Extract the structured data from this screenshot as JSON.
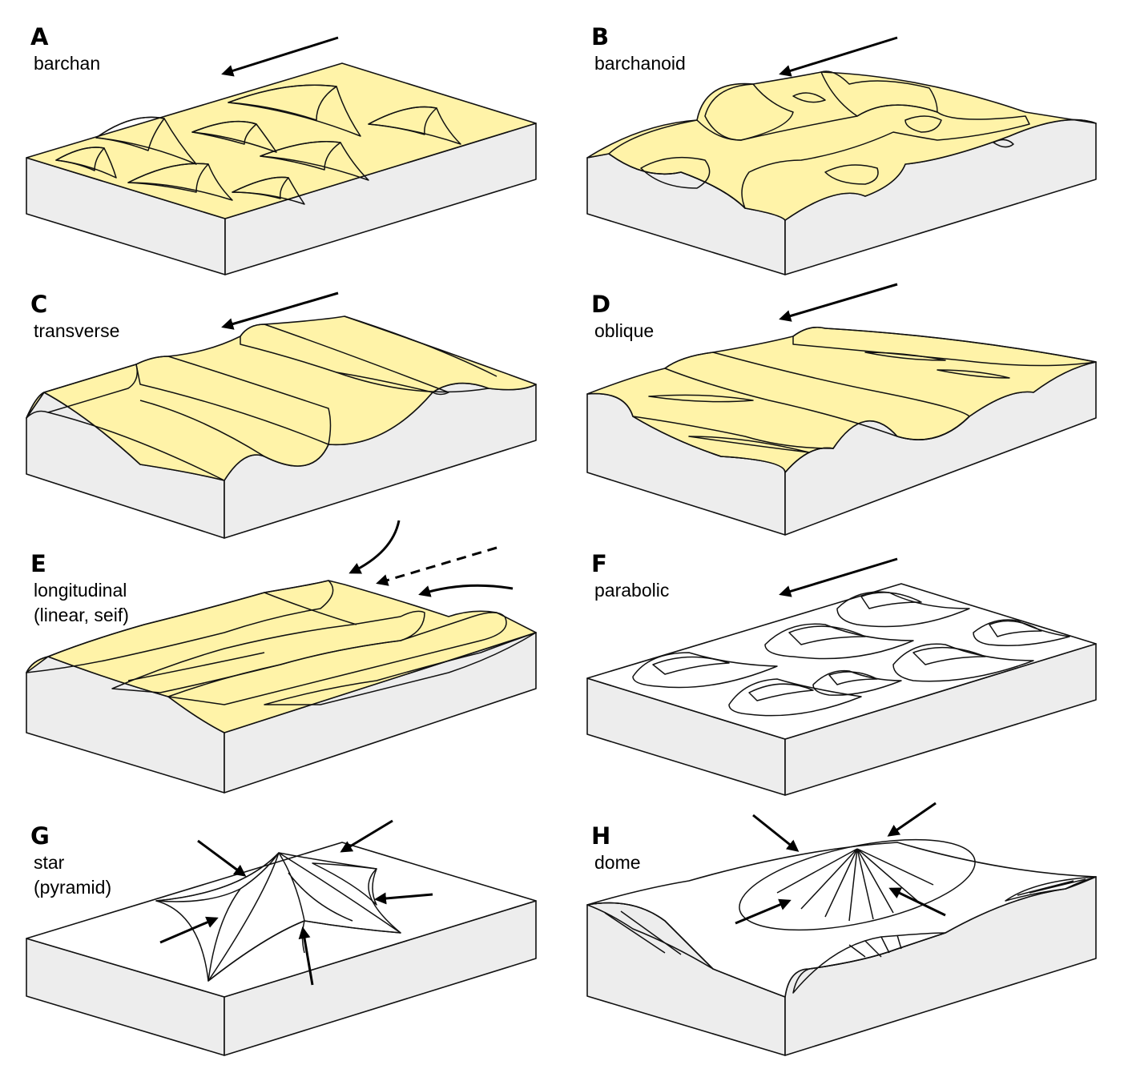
{
  "colors": {
    "sand_light": "#fff3a8",
    "sand_mid": "#ffe36b",
    "sand_dark": "#ffc400",
    "block_side": "#ededed",
    "plain_white": "#ffffff",
    "outline": "#111111"
  },
  "panels": [
    {
      "letter": "A",
      "name": "barchan"
    },
    {
      "letter": "B",
      "name": "barchanoid"
    },
    {
      "letter": "C",
      "name": "transverse"
    },
    {
      "letter": "D",
      "name": "oblique"
    },
    {
      "letter": "E",
      "name": "longitudinal",
      "name2": "(linear, seif)"
    },
    {
      "letter": "F",
      "name": "parabolic"
    },
    {
      "letter": "G",
      "name": "star",
      "name2": "(pyramid)"
    },
    {
      "letter": "H",
      "name": "dome"
    }
  ]
}
